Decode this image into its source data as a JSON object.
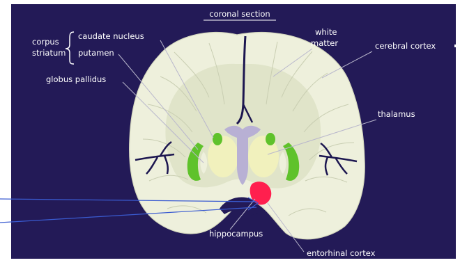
{
  "diagram": {
    "title": "coronal section",
    "labels": {
      "corpus": "corpus",
      "striatum": "striatum",
      "caudate_nucleus": "caudate nucleus",
      "putamen": "putamen",
      "globus_pallidus": "globus pallidus",
      "white": "white",
      "matter": "matter",
      "cerebral_cortex": "cerebral cortex",
      "thalamus": "thalamus",
      "hippocampus": "hippocampus",
      "entorhinal_cortex": "entorhinal cortex"
    },
    "colors": {
      "background": "#231a57",
      "brain_tissue": "#eef0dc",
      "white_matter": "#dde2c6",
      "thalamus": "#f1f1bd",
      "ventricle": "#b8b0d4",
      "putamen_green": "#5fc22b",
      "entorhinal_highlight": "#ff1f4e",
      "sulcus_lines": "#1c1650",
      "annotation_arrows": "#3a5bd1"
    }
  }
}
